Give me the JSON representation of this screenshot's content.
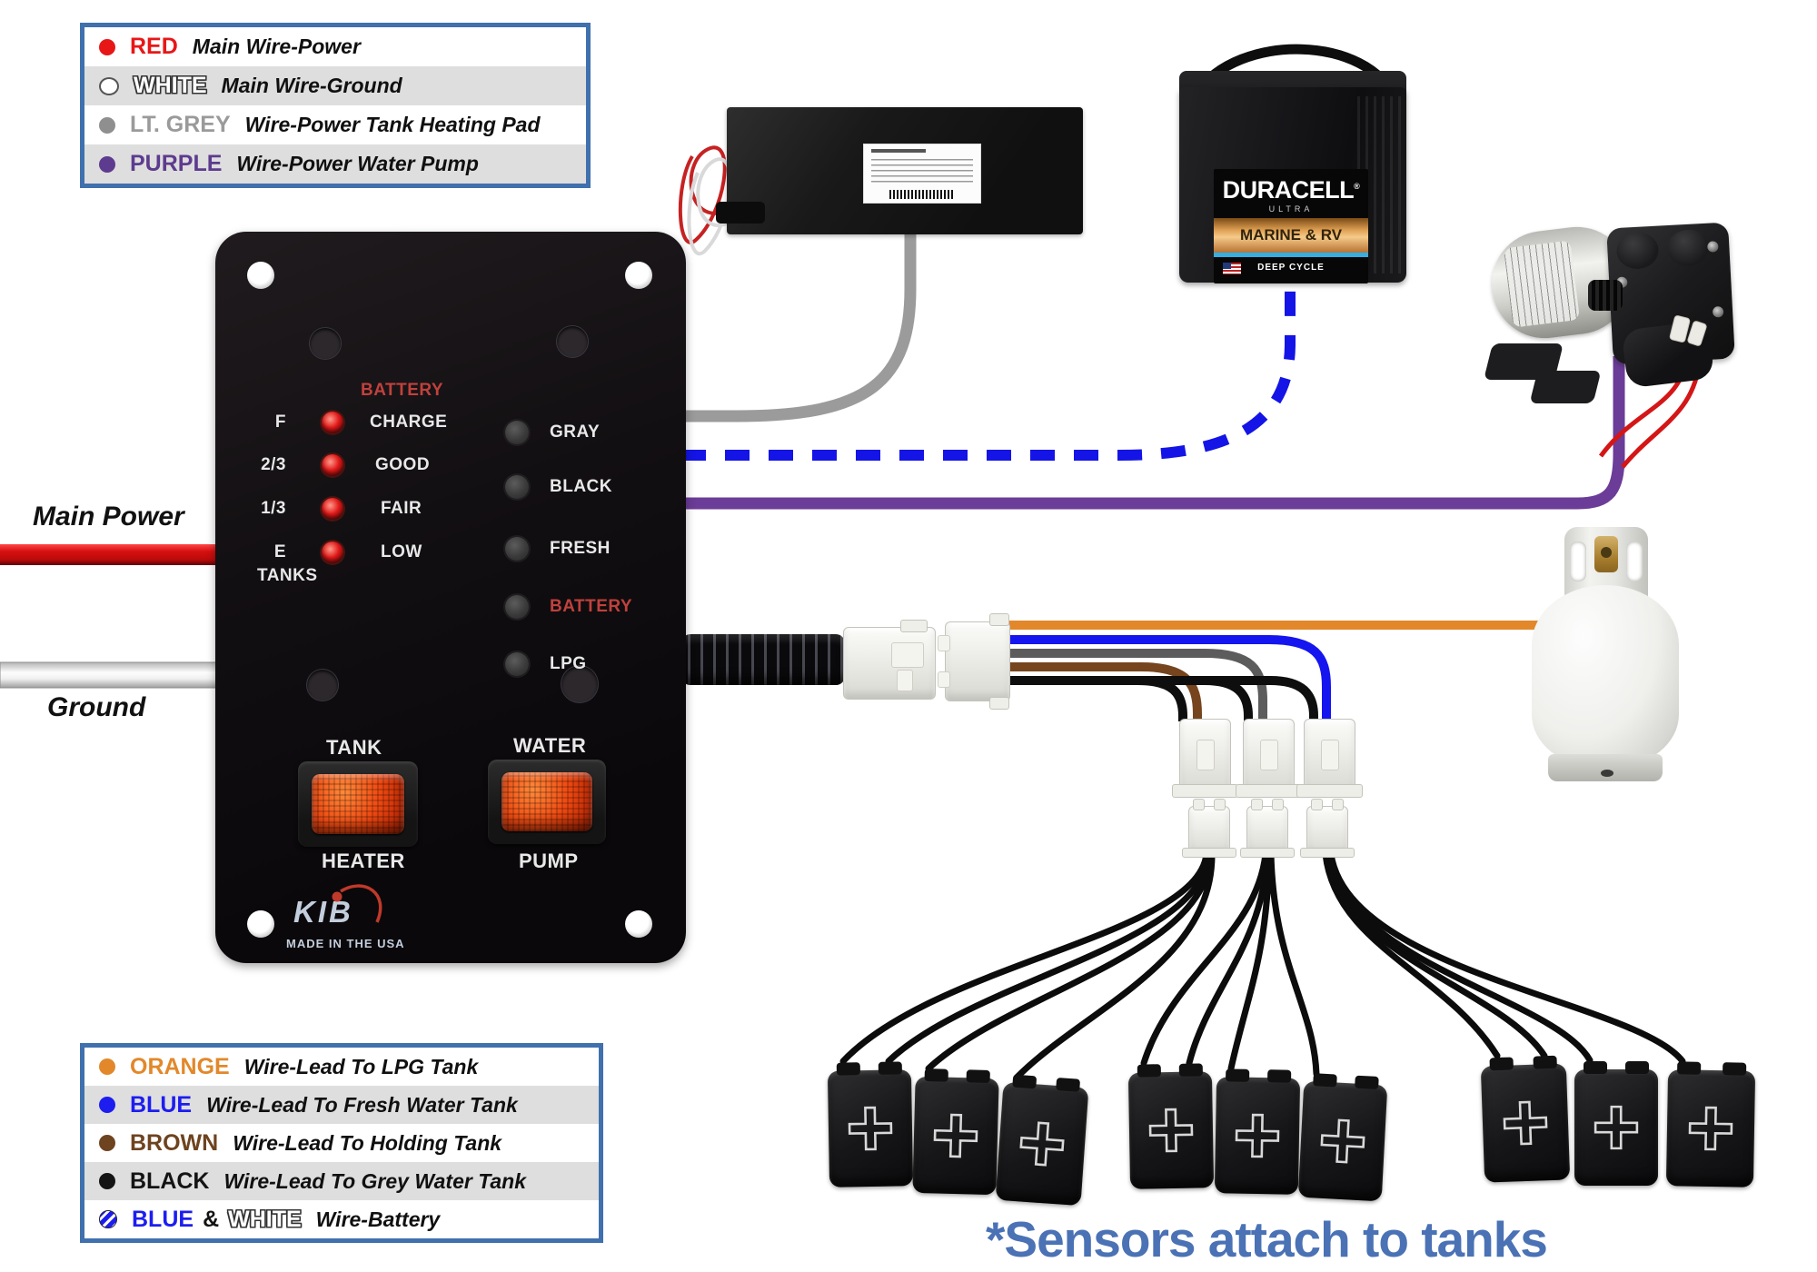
{
  "legend_top": {
    "rows": [
      {
        "name": "RED",
        "desc": "Main Wire-Power"
      },
      {
        "name": "WHITE",
        "desc": "Main Wire-Ground"
      },
      {
        "name": "LT. GREY",
        "desc": "Wire-Power Tank Heating Pad"
      },
      {
        "name": "PURPLE",
        "desc": "Wire-Power Water Pump"
      }
    ]
  },
  "legend_bottom": {
    "rows": [
      {
        "name": "ORANGE",
        "desc": "Wire-Lead To LPG Tank"
      },
      {
        "name": "BLUE",
        "desc": "Wire-Lead To Fresh Water Tank"
      },
      {
        "name": "BROWN",
        "desc": "Wire-Lead To Holding Tank"
      },
      {
        "name": "BLACK",
        "desc": "Wire-Lead To Grey Water Tank"
      }
    ],
    "mixed_row": {
      "blue": "BLUE",
      "amp": "&",
      "white": "WHITE",
      "desc": "Wire-Battery"
    }
  },
  "wire_labels": {
    "main_power": "Main Power",
    "ground": "Ground"
  },
  "panel": {
    "battery_header": "BATTERY",
    "levels": [
      "F",
      "2/3",
      "1/3",
      "E"
    ],
    "tanks_label": "TANKS",
    "battery_statuses": [
      "CHARGE",
      "GOOD",
      "FAIR",
      "LOW"
    ],
    "tank_leds": [
      "GRAY",
      "BLACK",
      "FRESH",
      "BATTERY",
      "LPG"
    ],
    "switch_tank": {
      "top": "TANK",
      "bottom": "HEATER"
    },
    "switch_water": {
      "top": "WATER",
      "bottom": "PUMP"
    },
    "brand": "KIB",
    "made_in": "MADE IN THE USA"
  },
  "battery": {
    "brand": "DURACELL",
    "reg": "®",
    "sub": "ULTRA",
    "band": "MARINE & RV",
    "line": "DEEP CYCLE"
  },
  "note": "*Sensors attach to tanks",
  "colors": {
    "red_wire": "#d60f0f",
    "grey_wire": "#9b9b9b",
    "purple_wire": "#6b3c98",
    "blue_wire": "#1414e6",
    "orange_wire": "#e2882b",
    "brown_wire": "#76451d",
    "black_wire": "#0e0e0e",
    "note_blue": "#4a72b5",
    "legend_border": "#4070ad"
  }
}
